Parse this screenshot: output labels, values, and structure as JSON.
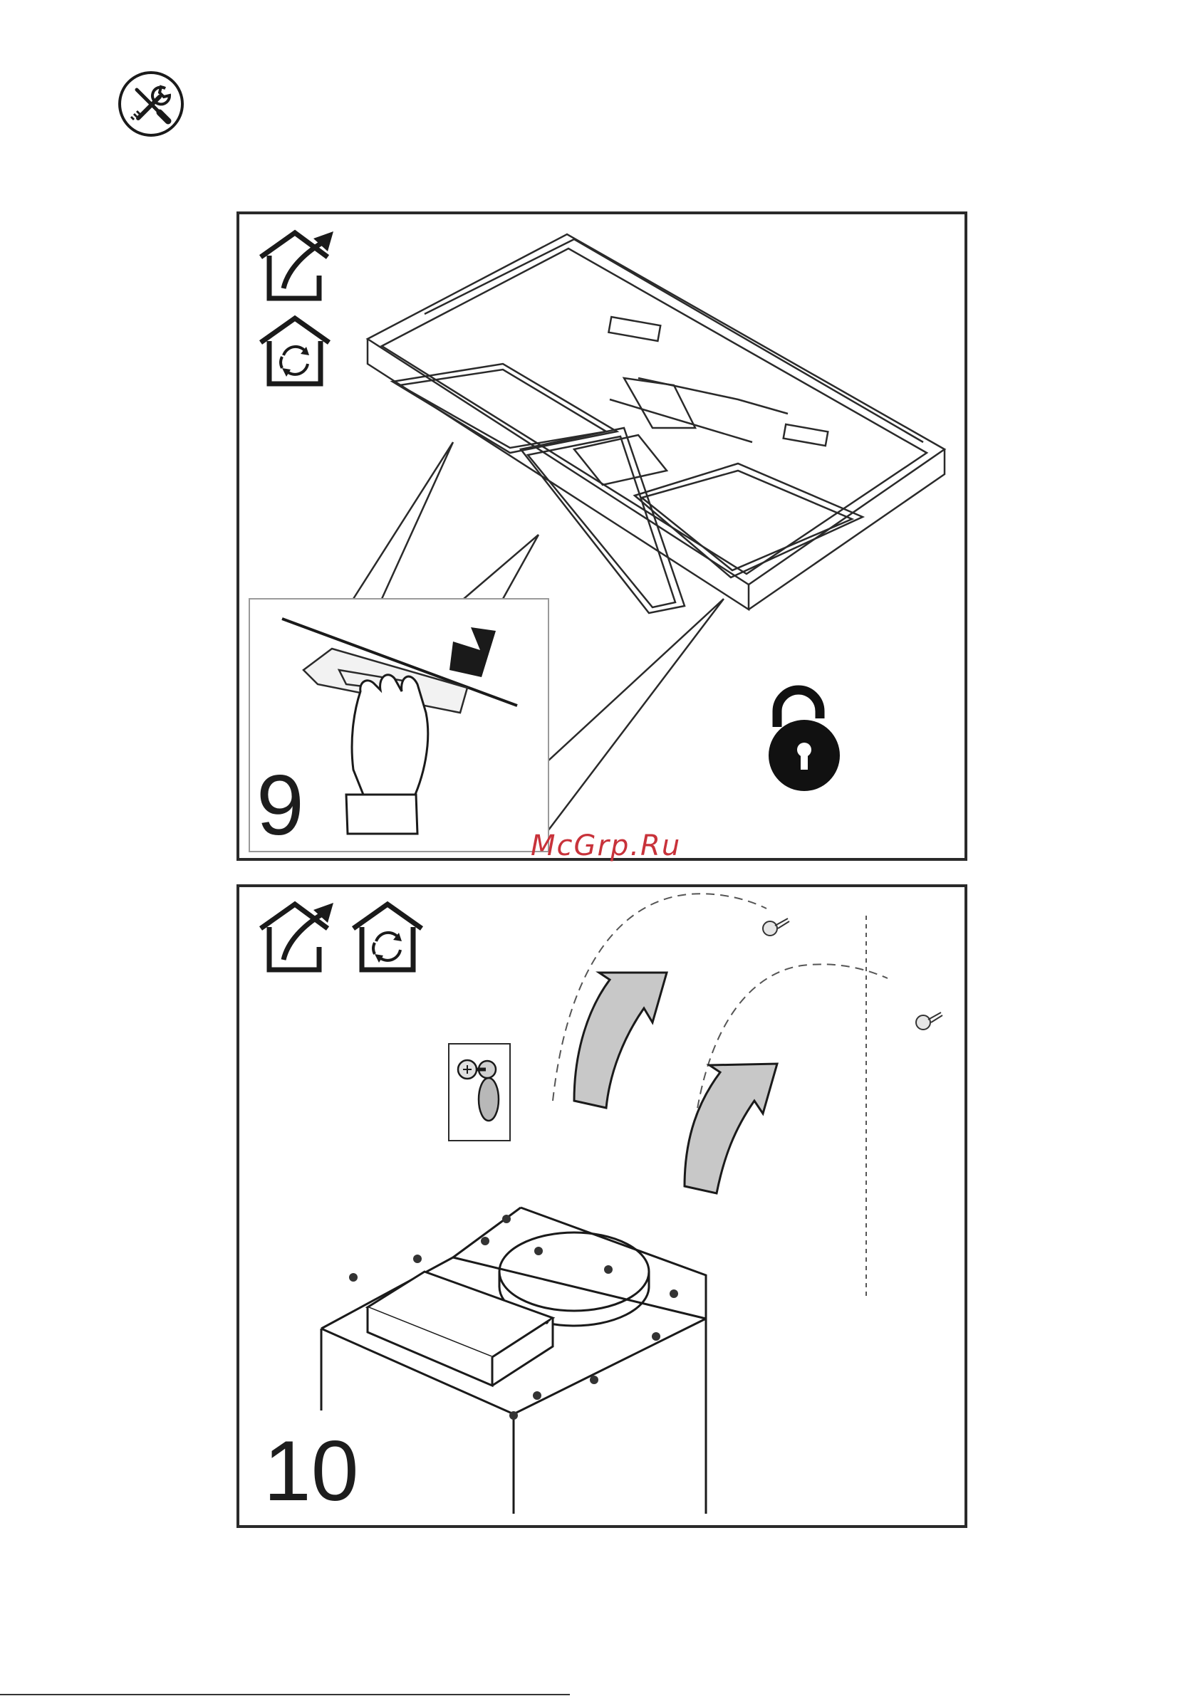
{
  "page": {
    "header_icon": "tools-icon",
    "watermark": "McGrp.Ru"
  },
  "panels": [
    {
      "step": "9",
      "icons": [
        "ducted-extraction-icon",
        "recirculation-icon",
        "unlock-icon",
        "hand-press-icon"
      ],
      "illustration": "hood-filter-removal"
    },
    {
      "step": "10",
      "icons": [
        "ducted-extraction-icon",
        "recirculation-icon",
        "keyhole-screw-icon",
        "screw-icon",
        "up-arrow-icon"
      ],
      "illustration": "chimney-cover-mounting"
    }
  ]
}
